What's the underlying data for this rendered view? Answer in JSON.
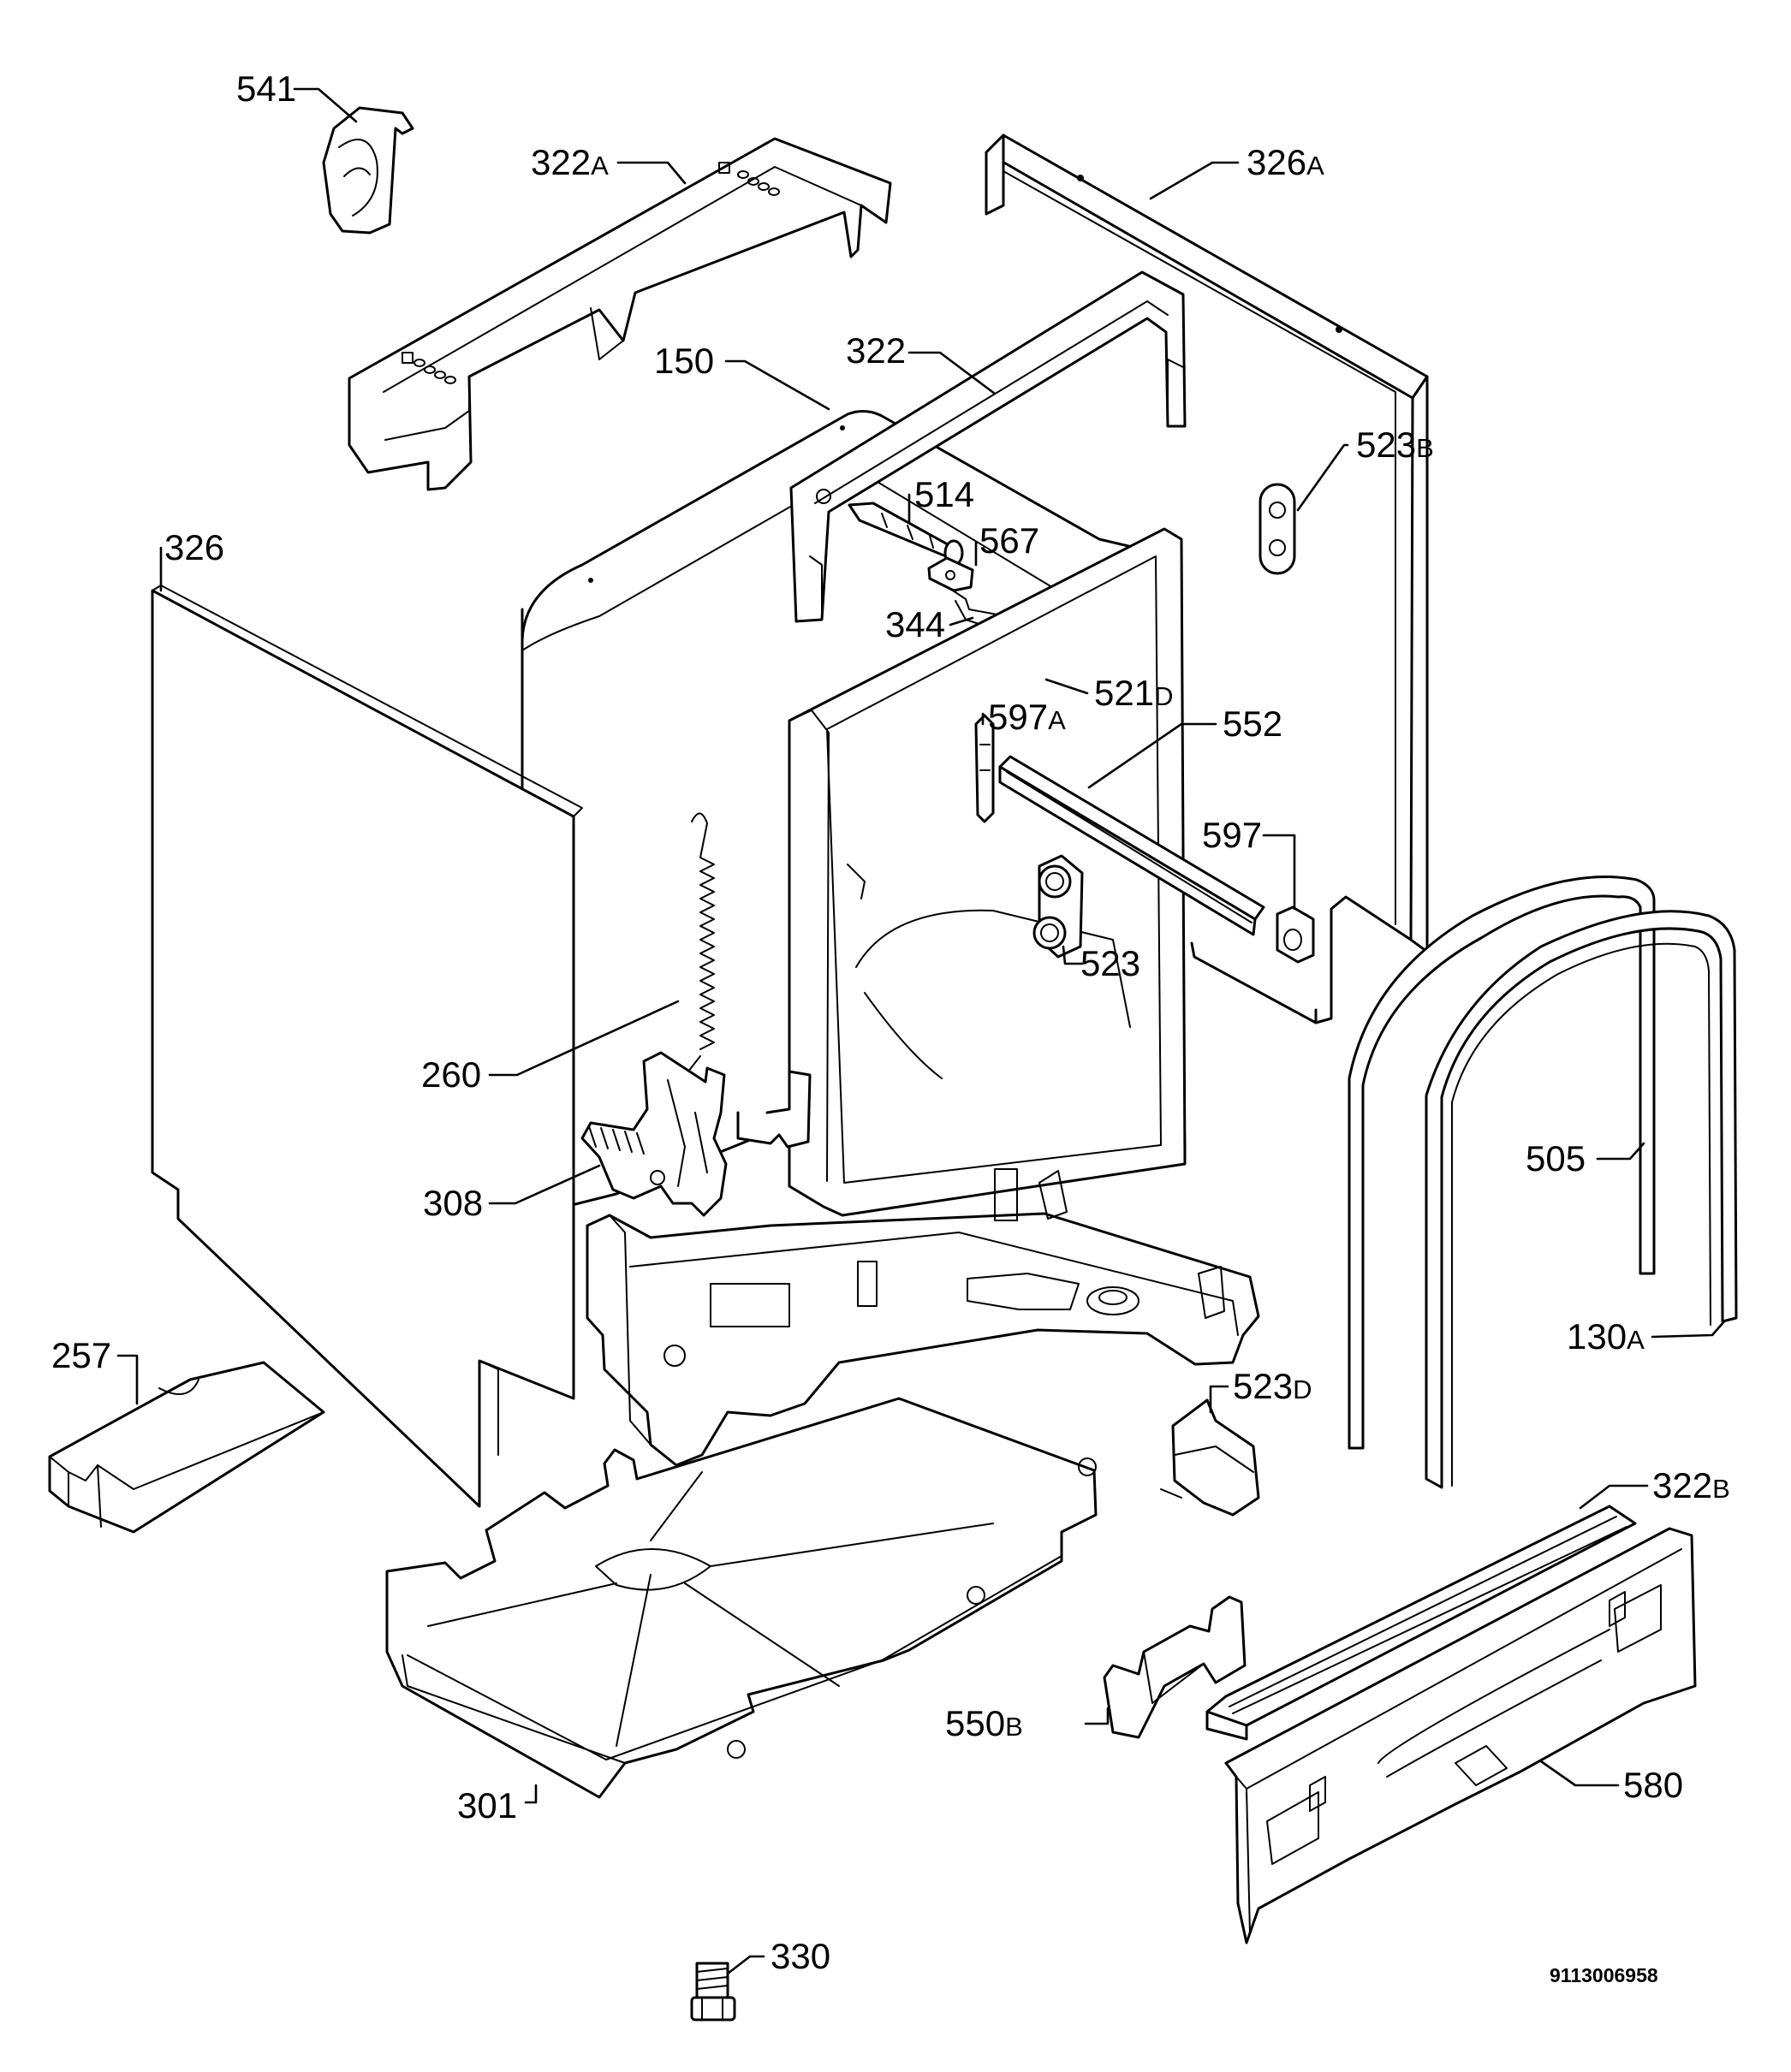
{
  "diagram": {
    "document_number": "9113006958",
    "colors": {
      "line": "#000000",
      "background": "#ffffff"
    }
  },
  "callouts": [
    {
      "id": "541",
      "number": "541",
      "suffix": ""
    },
    {
      "id": "322a",
      "number": "322",
      "suffix": "A"
    },
    {
      "id": "326a",
      "number": "326",
      "suffix": "A"
    },
    {
      "id": "150",
      "number": "150",
      "suffix": ""
    },
    {
      "id": "322",
      "number": "322",
      "suffix": ""
    },
    {
      "id": "523b",
      "number": "523",
      "suffix": "B"
    },
    {
      "id": "514",
      "number": "514",
      "suffix": ""
    },
    {
      "id": "567",
      "number": "567",
      "suffix": ""
    },
    {
      "id": "326",
      "number": "326",
      "suffix": ""
    },
    {
      "id": "344",
      "number": "344",
      "suffix": ""
    },
    {
      "id": "521d",
      "number": "521",
      "suffix": "D"
    },
    {
      "id": "597a",
      "number": "597",
      "suffix": "A"
    },
    {
      "id": "552",
      "number": "552",
      "suffix": ""
    },
    {
      "id": "597",
      "number": "597",
      "suffix": ""
    },
    {
      "id": "523",
      "number": "523",
      "suffix": ""
    },
    {
      "id": "260",
      "number": "260",
      "suffix": ""
    },
    {
      "id": "505",
      "number": "505",
      "suffix": ""
    },
    {
      "id": "308",
      "number": "308",
      "suffix": ""
    },
    {
      "id": "130a",
      "number": "130",
      "suffix": "A"
    },
    {
      "id": "257",
      "number": "257",
      "suffix": ""
    },
    {
      "id": "523d",
      "number": "523",
      "suffix": "D"
    },
    {
      "id": "322b",
      "number": "322",
      "suffix": "B"
    },
    {
      "id": "550b",
      "number": "550",
      "suffix": "B"
    },
    {
      "id": "580",
      "number": "580",
      "suffix": ""
    },
    {
      "id": "301",
      "number": "301",
      "suffix": ""
    },
    {
      "id": "330",
      "number": "330",
      "suffix": ""
    }
  ]
}
